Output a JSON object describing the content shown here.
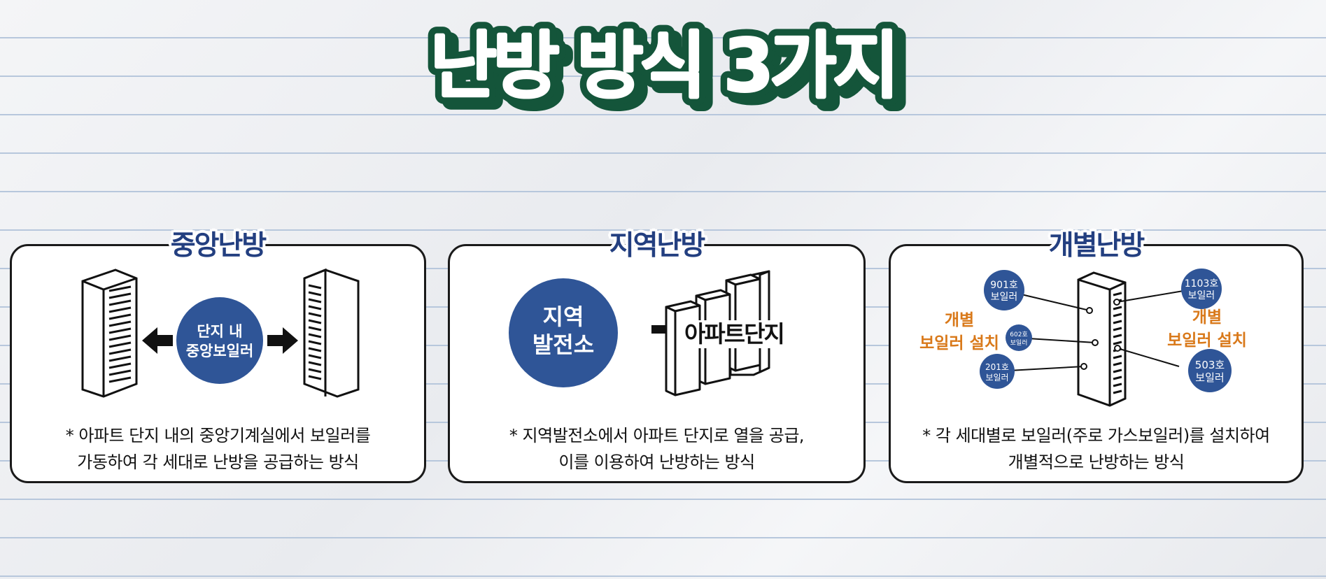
{
  "title": "난방 방식 3가지",
  "colors": {
    "navy": "#233f80",
    "circle_blue": "#2f5597",
    "orange": "#d9791a",
    "title_green": "#14553a",
    "paper_line": "#b7c7dc"
  },
  "panels": [
    {
      "title": "중앙난방",
      "center_label": [
        "단지 내",
        "중앙보일러"
      ],
      "desc": [
        "* 아파트 단지 내의 중앙기계실에서 보일러를",
        "가동하여 각 세대로 난방을 공급하는 방식"
      ]
    },
    {
      "title": "지역난방",
      "plant_label": [
        "지역",
        "발전소"
      ],
      "target_label": "아파트단지",
      "desc": [
        "* 지역발전소에서 아파트 단지로 열을 공급,",
        "이를 이용하여 난방하는 방식"
      ]
    },
    {
      "title": "개별난방",
      "boilers": [
        {
          "unit": "901호",
          "label": "보일러"
        },
        {
          "unit": "602호",
          "label": "보일러"
        },
        {
          "unit": "201호",
          "label": "보일러"
        },
        {
          "unit": "1103호",
          "label": "보일러"
        },
        {
          "unit": "503호",
          "label": "보일러"
        }
      ],
      "left_note": [
        "개별",
        "보일러 설치"
      ],
      "right_note": [
        "개별",
        "보일러 설치"
      ],
      "desc": [
        "* 각 세대별로 보일러(주로 가스보일러)를 설치하여",
        "개별적으로 난방하는 방식"
      ]
    }
  ]
}
